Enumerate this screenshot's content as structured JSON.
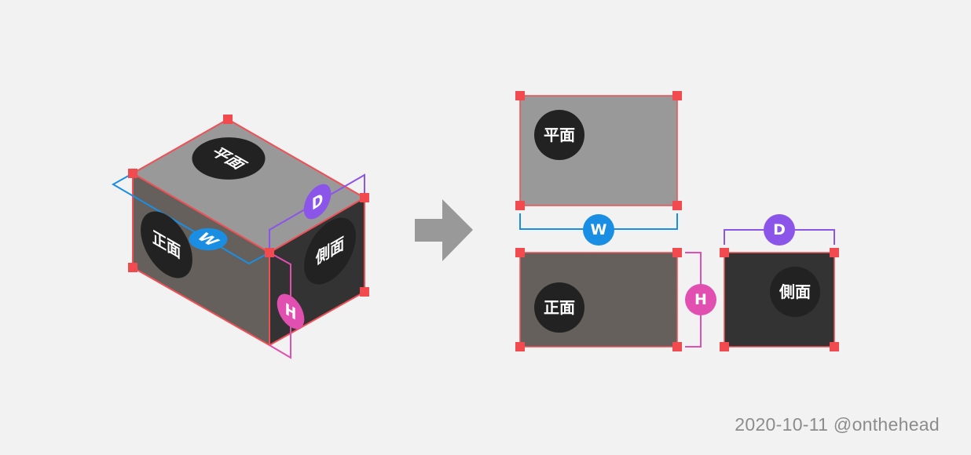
{
  "labels": {
    "top": "平面",
    "front": "正面",
    "side": "側面",
    "width": "W",
    "height": "H",
    "depth": "D"
  },
  "colors": {
    "background": "#f2f2f2",
    "top_face": "#999999",
    "front_face": "#65605b",
    "side_face": "#333333",
    "edge": "#f04f55",
    "handle": "#f24b4f",
    "width_accent": "#1a8ee3",
    "height_accent": "#e14fb0",
    "depth_accent": "#8b55ea",
    "label_disc": "#222222",
    "arrow": "#999999"
  },
  "footer": {
    "text": "2020-10-11 @onthehead"
  }
}
